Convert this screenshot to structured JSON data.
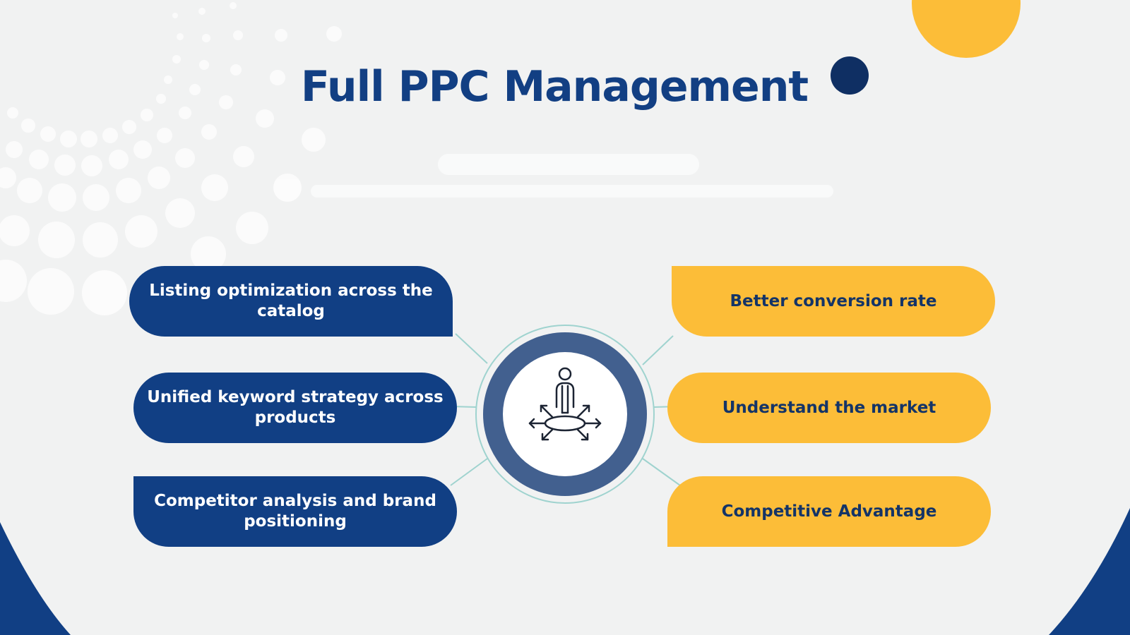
{
  "title": "Full PPC Management",
  "colors": {
    "background": "#f1f2f2",
    "title": "#123f83",
    "left_pill": "#113f84",
    "right_pill": "#fcbd38",
    "right_text": "#143467",
    "connector": "#9fd3cf",
    "accent_dot": "#0f2f63",
    "yellow_circle": "#fcbd38",
    "arc": "#113f84"
  },
  "center_icon": "person-with-arrows-icon",
  "left_items": [
    {
      "label": "Listing optimization across the catalog"
    },
    {
      "label": "Unified keyword strategy across products"
    },
    {
      "label": "Competitor analysis and brand positioning"
    }
  ],
  "right_items": [
    {
      "label": "Better conversion rate"
    },
    {
      "label": "Understand the market"
    },
    {
      "label": "Competitive Advantage"
    }
  ]
}
